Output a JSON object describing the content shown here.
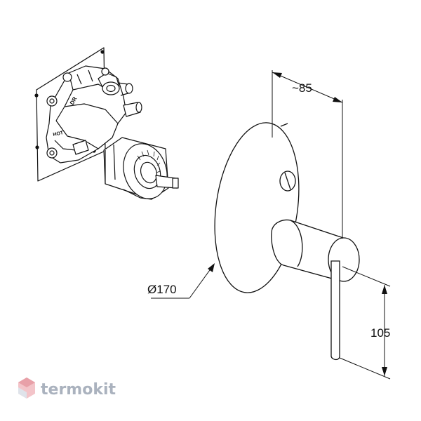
{
  "dimensions": {
    "depth": "~85",
    "diameter": "Ø170",
    "height": "105"
  },
  "watermark": {
    "brand": "termokit",
    "text_color": "#aab2be",
    "logo_color": "#e8a0a8"
  },
  "valve_body_labels": {
    "dr": "DR",
    "hot": "HOT"
  }
}
